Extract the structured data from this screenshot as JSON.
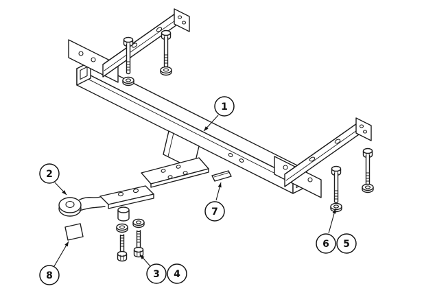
{
  "diagram": {
    "background_color": "#ffffff",
    "line_color": "#1d1d1d",
    "callouts": [
      {
        "label": "1"
      },
      {
        "label": "2"
      },
      {
        "label": "3"
      },
      {
        "label": "4"
      },
      {
        "label": "5"
      },
      {
        "label": "6"
      },
      {
        "label": "7"
      },
      {
        "label": "8"
      }
    ]
  }
}
